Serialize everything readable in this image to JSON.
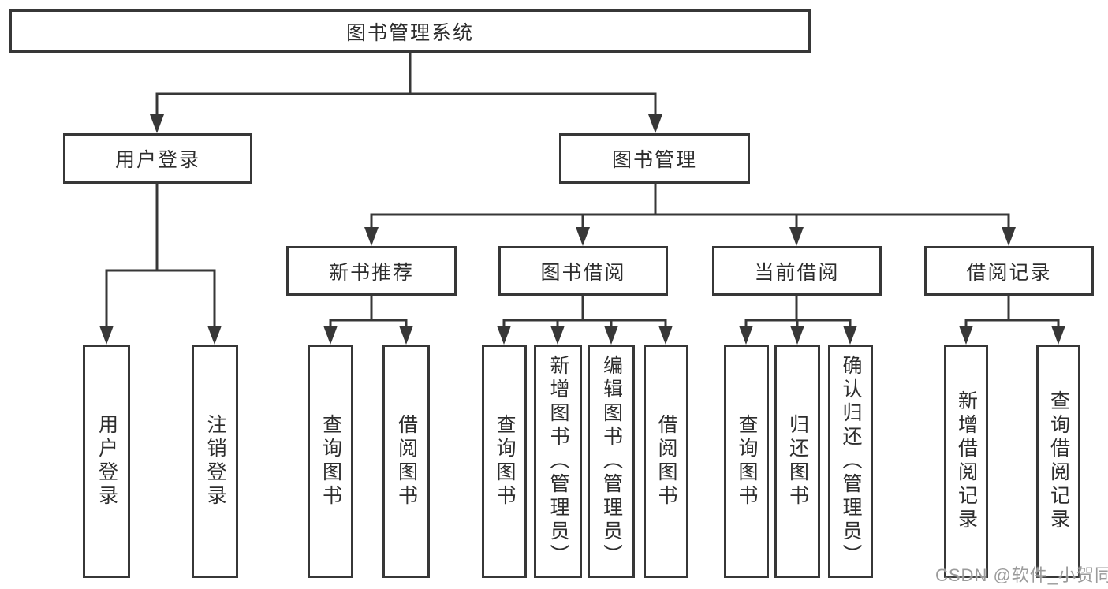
{
  "diagram": {
    "title_node": {
      "label": "图书管理系统"
    },
    "level2": [
      {
        "id": "user-login",
        "label": "用户登录"
      },
      {
        "id": "book-management",
        "label": "图书管理"
      }
    ],
    "level3": [
      {
        "id": "new-book-recommend",
        "label": "新书推荐",
        "parent": "图书管理"
      },
      {
        "id": "book-borrow",
        "label": "图书借阅",
        "parent": "图书管理"
      },
      {
        "id": "current-borrow",
        "label": "当前借阅",
        "parent": "图书管理"
      },
      {
        "id": "borrow-records",
        "label": "借阅记录",
        "parent": "图书管理"
      }
    ],
    "leaves": [
      {
        "label": "用户登录",
        "parent": "用户登录"
      },
      {
        "label": "注销登录",
        "parent": "用户登录"
      },
      {
        "label": "查询图书",
        "parent": "新书推荐"
      },
      {
        "label": "借阅图书",
        "parent": "新书推荐"
      },
      {
        "label": "查询图书",
        "parent": "图书借阅"
      },
      {
        "label": "新增图书（管理员）",
        "parent": "图书借阅"
      },
      {
        "label": "编辑图书（管理员）",
        "parent": "图书借阅"
      },
      {
        "label": "借阅图书",
        "parent": "图书借阅"
      },
      {
        "label": "查询图书",
        "parent": "当前借阅"
      },
      {
        "label": "归还图书",
        "parent": "当前借阅"
      },
      {
        "label": "确认归还（管理员）",
        "parent": "当前借阅"
      },
      {
        "label": "新增借阅记录",
        "parent": "借阅记录"
      },
      {
        "label": "查询借阅记录",
        "parent": "借阅记录"
      }
    ],
    "watermark": "CSDN @软件_小贺同学",
    "colors": {
      "line": "#373737",
      "box_border": "#373737",
      "text": "#2d2d2d",
      "watermark": "#9b9b9b",
      "background": "#ffffff"
    }
  }
}
